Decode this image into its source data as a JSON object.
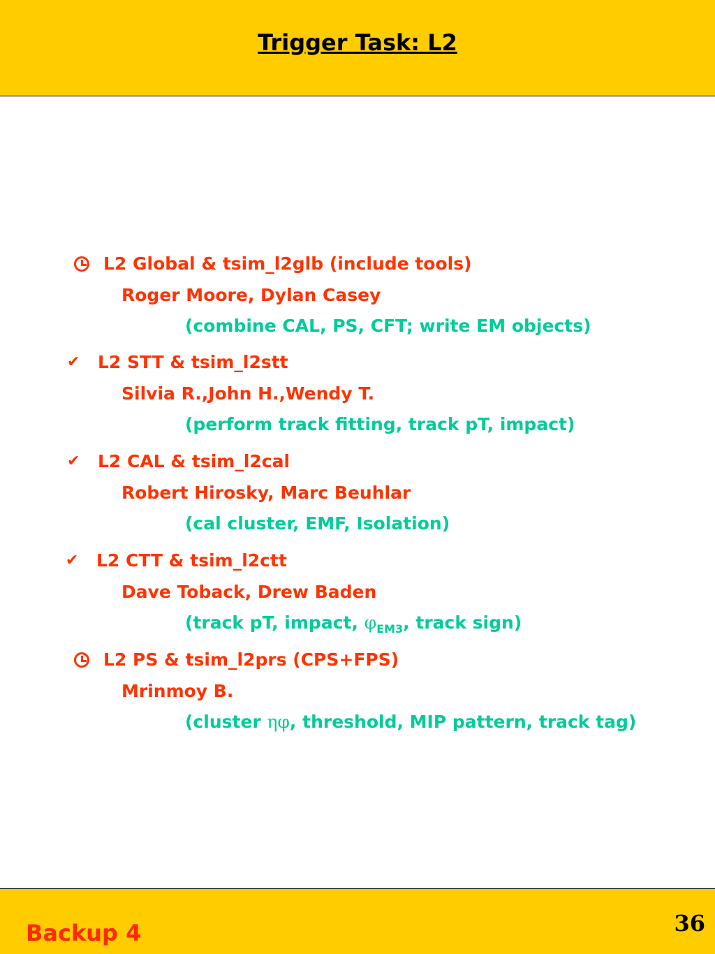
{
  "title": "Trigger Task: L2",
  "items": [
    {
      "icon": "clock-icon",
      "heading": "L2 Global & tsim_l2glb (include tools)",
      "people": "Roger Moore, Dylan Casey",
      "details": "(combine CAL, PS, CFT; write EM objects)"
    },
    {
      "icon": "checkmark-icon",
      "heading": "L2 STT & tsim_l2stt",
      "people": "Silvia R.,John H.,Wendy T.",
      "details": "(perform track fitting, track pT, impact)"
    },
    {
      "icon": "checkmark-icon",
      "heading": "L2 CAL & tsim_l2cal",
      "people": "Robert Hirosky, Marc Beuhlar",
      "details": "(cal cluster, EMF, Isolation)"
    },
    {
      "icon": "checkmark-icon",
      "heading": "L2 CTT & tsim_l2ctt",
      "people": "Dave Toback, Drew Baden",
      "details_pre": "(track pT, impact, ",
      "details_phi": "φ",
      "details_sub": "EM3",
      "details_post": ", track sign)"
    },
    {
      "icon": "clock-icon",
      "heading": "L2 PS & tsim_l2prs (CPS+FPS)",
      "people": "Mrinmoy B.",
      "details_pre": "(cluster ",
      "details_greek": "ηφ",
      "details_post": ", threshold, MIP pattern, track tag)"
    }
  ],
  "footer": {
    "label": "Backup 4",
    "page_number": "36"
  },
  "colors": {
    "banner": "#ffcc00",
    "heading": "#ff3300",
    "details": "#00cc99"
  }
}
